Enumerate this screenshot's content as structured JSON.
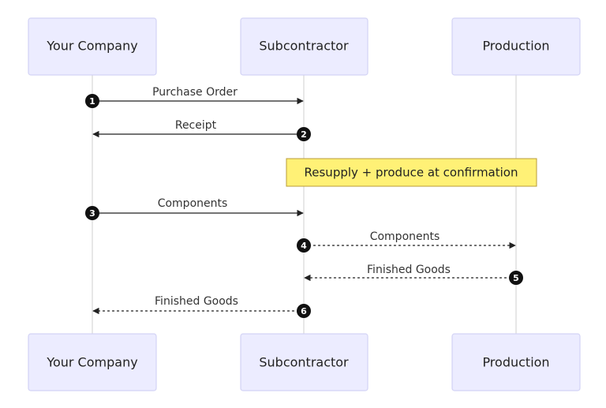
{
  "participants": [
    {
      "id": "company",
      "label": "Your Company"
    },
    {
      "id": "sub",
      "label": "Subcontractor"
    },
    {
      "id": "prod",
      "label": "Production"
    }
  ],
  "messages": [
    {
      "step": "1",
      "from": "company",
      "to": "sub",
      "label": "Purchase Order",
      "style": "solid"
    },
    {
      "step": "2",
      "from": "sub",
      "to": "company",
      "label": "Receipt",
      "style": "solid"
    },
    {
      "step": "3",
      "from": "company",
      "to": "sub",
      "label": "Components",
      "style": "solid"
    },
    {
      "step": "4",
      "from": "sub",
      "to": "prod",
      "label": "Components",
      "style": "dashed"
    },
    {
      "step": "5",
      "from": "prod",
      "to": "sub",
      "label": "Finished Goods",
      "style": "dashed"
    },
    {
      "step": "6",
      "from": "sub",
      "to": "company",
      "label": "Finished Goods",
      "style": "dashed"
    }
  ],
  "note": {
    "text": "Resupply + produce at confirmation",
    "over": [
      "sub",
      "prod"
    ]
  },
  "colors": {
    "actor_fill": "#ececff",
    "note_fill": "#fff176",
    "line": "#222222"
  }
}
